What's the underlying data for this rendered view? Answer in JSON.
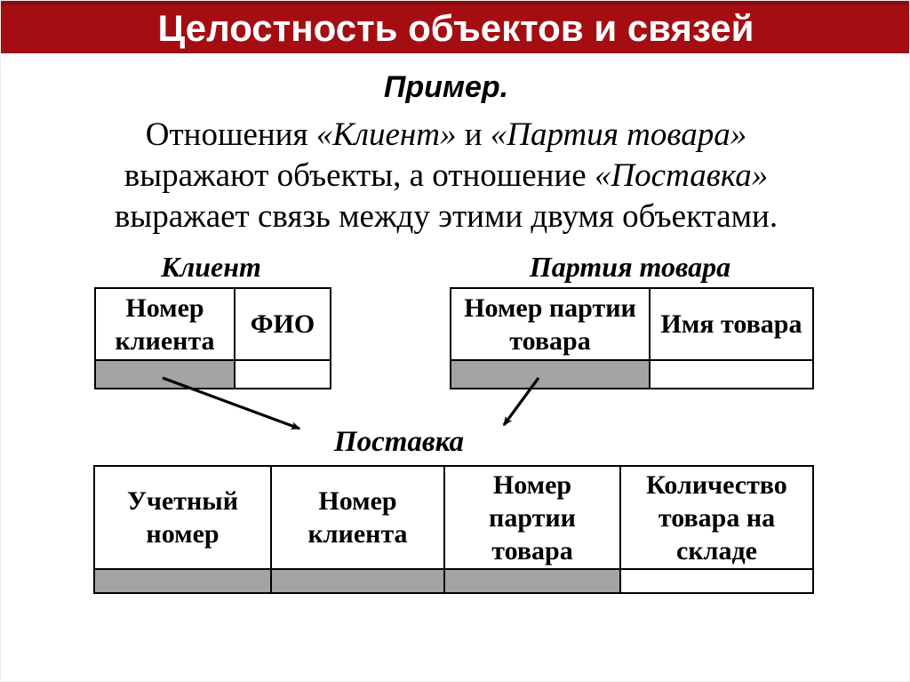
{
  "header": {
    "title": "Целостность объектов и связей",
    "bg_color": "#A40E13",
    "top_strip_color": "#8A0C0F",
    "text_color": "#FFFFFF"
  },
  "example": {
    "heading": "Пример.",
    "lines": [
      {
        "segments": [
          {
            "text": "Отношения ",
            "italic": false
          },
          {
            "text": "«Клиент»",
            "italic": true
          },
          {
            "text": " и ",
            "italic": false
          },
          {
            "text": "«Партия товара»",
            "italic": true
          }
        ]
      },
      {
        "segments": [
          {
            "text": "выражают объекты, а отношение ",
            "italic": false
          },
          {
            "text": "«Поставка»",
            "italic": true
          }
        ]
      },
      {
        "segments": [
          {
            "text": "выражает связь между этими двумя объектами.",
            "italic": false
          }
        ]
      }
    ]
  },
  "tables": {
    "client": {
      "title": "Клиент",
      "columns": [
        "Номер\nклиента",
        "ФИО"
      ],
      "shaded_key_columns": [
        0
      ]
    },
    "batch": {
      "title": "Партия товара",
      "columns": [
        "Номер партии\nтовара",
        "Имя товара"
      ],
      "shaded_key_columns": [
        0
      ]
    },
    "supply": {
      "title": "Поставка",
      "columns": [
        "Учетный\nномер",
        "Номер\nклиента",
        "Номер\nпартии\nтовара",
        "Количество\nтовара на\nскладе"
      ],
      "shaded_key_columns": [
        0,
        1,
        2
      ]
    }
  },
  "colors": {
    "key_cell_gray": "#A3A3A3",
    "table_border": "#000000",
    "body_text": "#000000"
  }
}
